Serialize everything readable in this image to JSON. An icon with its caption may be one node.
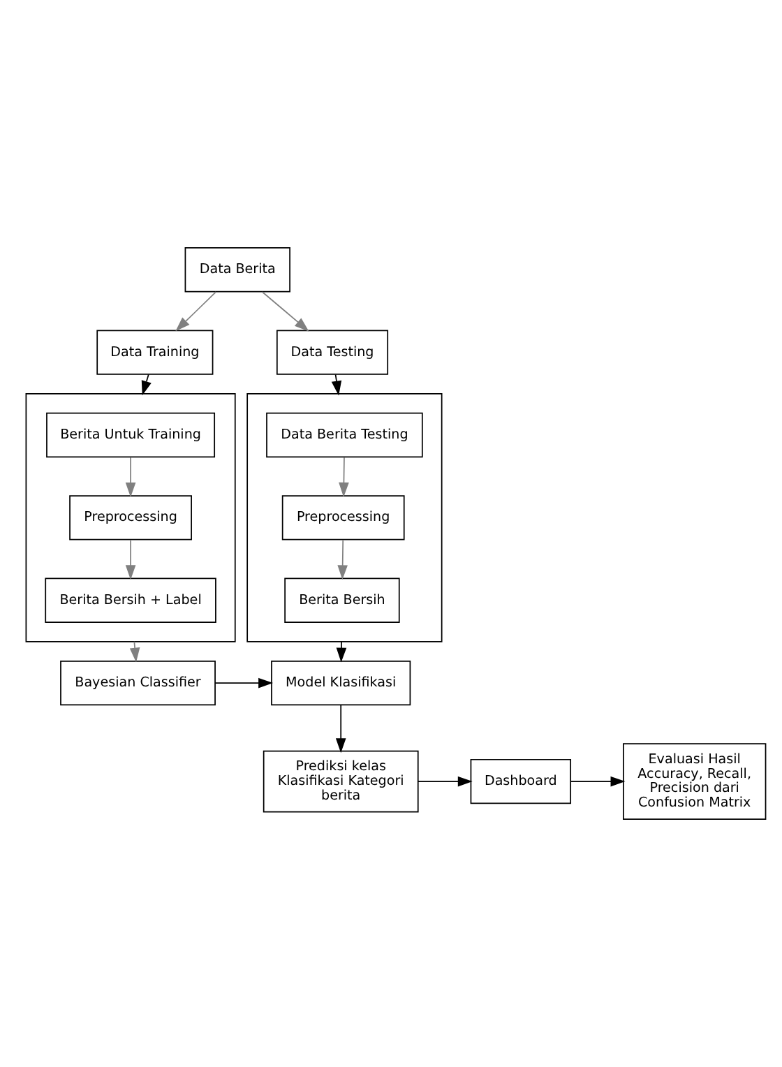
{
  "diagram": {
    "nodes": [
      {
        "text": [
          "Data Berita"
        ]
      },
      {
        "text": [
          "Data Testing"
        ]
      },
      {
        "text": [
          "Data Training"
        ]
      },
      {
        "text": [],
        "shape": "box"
      },
      {
        "text": [
          "Data Berita Testing"
        ],
        "in": 3
      },
      {
        "text": [
          "Preprocessing"
        ],
        "in": 3
      },
      {
        "text": [
          "Berita Bersih"
        ],
        "in": 3
      },
      {
        "text": [],
        "shape": "box"
      },
      {
        "text": [
          "Berita Untuk Training"
        ],
        "in": 7
      },
      {
        "text": [
          "Preprocessing"
        ],
        "in": 7
      },
      {
        "text": [
          "Berita Bersih + Label"
        ],
        "in": 7
      },
      {
        "text": [
          "Model Klasifikasi"
        ]
      },
      {
        "text": [
          "Bayesian Classifier"
        ]
      },
      {
        "text": [
          "Prediksi kelas Klasifikasi Kategori berita"
        ]
      },
      {
        "text": [
          "Dashboard"
        ]
      },
      {
        "text": [
          "Evaluasi Hasil Accuracy, Recall, Precision dari Confusion Matrix"
        ]
      }
    ],
    "edges": [
      {
        "from": 0,
        "to": 1,
        "arrow": "to"
      },
      {
        "from": 0,
        "to": 2,
        "arrow": "to"
      },
      {
        "from": 1,
        "to": 3,
        "arrow": "to",
        "color": "#000000"
      },
      {
        "from": 2,
        "to": 7,
        "arrow": "to",
        "color": "#000000"
      },
      {
        "from": 4,
        "to": 5,
        "arrow": "to"
      },
      {
        "from": 5,
        "to": 6,
        "arrow": "to"
      },
      {
        "from": 8,
        "to": 9,
        "arrow": "to"
      },
      {
        "from": 9,
        "to": 10,
        "arrow": "to"
      },
      {
        "from": 3,
        "to": 11,
        "arrow": "to",
        "color": "#000000"
      },
      {
        "from": 7,
        "to": 12,
        "arrow": "to"
      },
      {
        "from": 12,
        "to": 11,
        "arrow": "to",
        "color": "#000000"
      },
      {
        "from": 11,
        "to": 13,
        "arrow": "to",
        "color": "#000000"
      },
      {
        "from": 13,
        "to": 14,
        "arrow": "to",
        "color": "#000000"
      },
      {
        "from": 14,
        "to": 15,
        "arrow": "to",
        "color": "#000000"
      }
    ]
  }
}
